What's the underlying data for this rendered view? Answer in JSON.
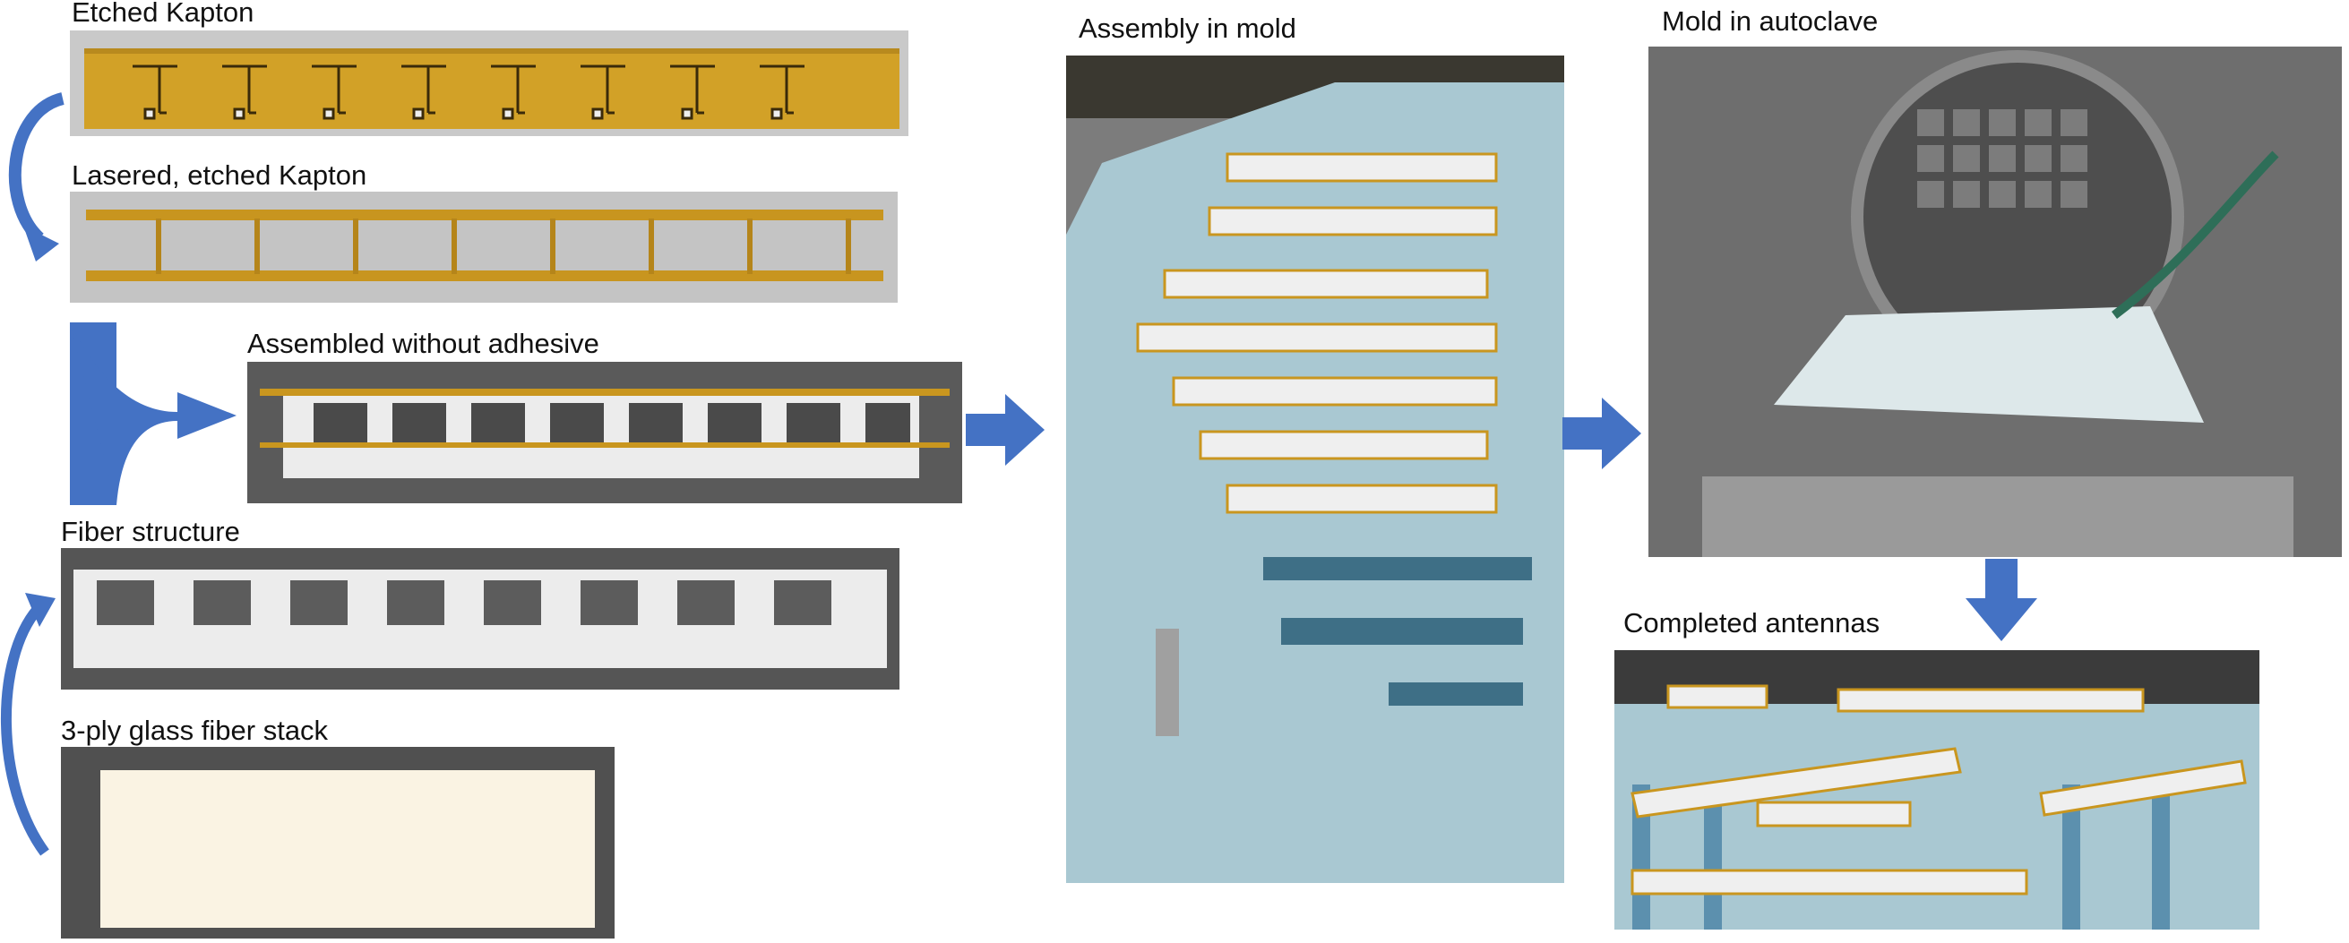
{
  "labels": {
    "etched_kapton": "Etched Kapton",
    "lasered_kapton": "Lasered, etched Kapton",
    "assembled": "Assembled without adhesive",
    "fiber_structure": "Fiber structure",
    "glass_stack": "3-ply glass fiber stack",
    "assembly_mold": "Assembly in mold",
    "mold_autoclave": "Mold in autoclave",
    "completed": "Completed antennas"
  },
  "colors": {
    "arrow": "#4472C4",
    "kapton": "#D4A52A",
    "kapton_dark": "#8A6510",
    "mold_blue": "#A9C8D2",
    "fiber_white": "#ECECEC",
    "dark_bg": "#4A4A4A"
  }
}
